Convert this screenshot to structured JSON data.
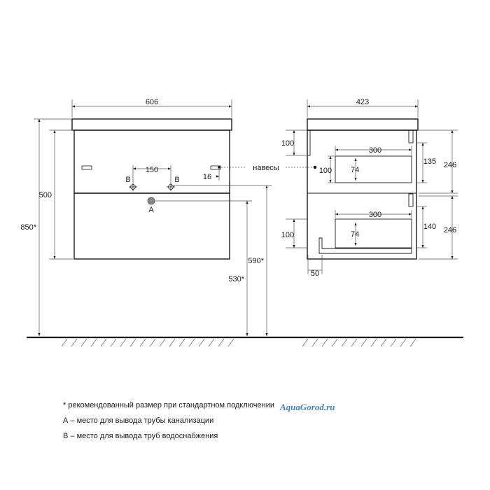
{
  "dimensions": {
    "front_width": "606",
    "front_height_box": "500",
    "front_total_height": "850*",
    "pipe_spacing": "150",
    "label_b_left": "B",
    "label_b_right": "B",
    "label_a": "A",
    "hinge_offset": "16",
    "hinge_label": "навесы",
    "height_590": "590*",
    "height_530": "530*",
    "side_depth": "423",
    "side_top_100": "100",
    "side_hinge_100": "100",
    "side_bottom_100": "100",
    "drawer_top_depth": "300",
    "drawer_bottom_depth": "300",
    "drawer_top_74": "74",
    "drawer_bottom_74": "74",
    "drawer_top_135": "135",
    "drawer_bottom_140": "140",
    "front_246_top": "246",
    "front_246_bottom": "246",
    "leg_50": "50"
  },
  "notes": {
    "n1": "* рекомендованный размер при стандартном подключении",
    "n2": "А – место для вывода трубы канализации",
    "n3": "В – место для вывода труб водоснабжения"
  },
  "watermark": "AquaGorod.ru",
  "colors": {
    "line": "#1a1a1a",
    "dim": "#555555",
    "watermark": "#1f6fb8"
  }
}
